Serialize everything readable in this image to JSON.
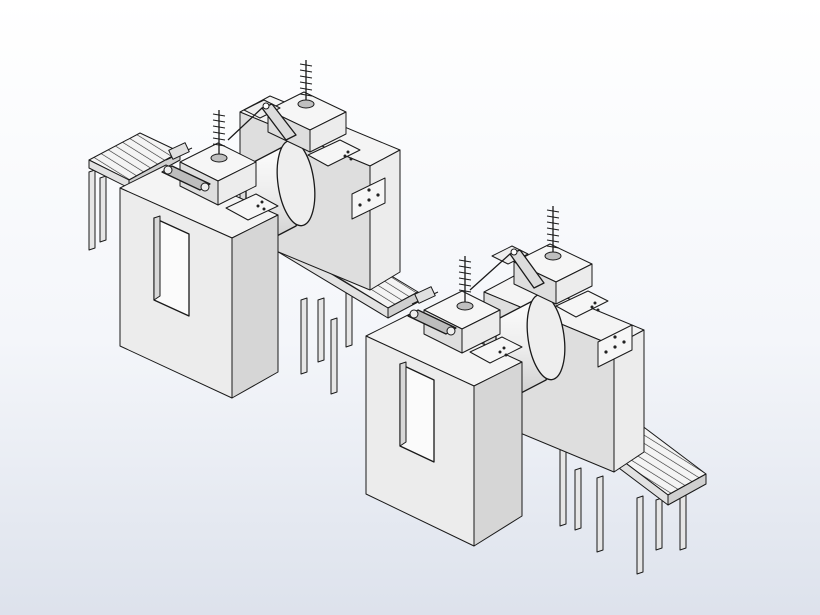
{
  "scene": {
    "view": "isometric",
    "colors": {
      "face_light": "#f2f2f2",
      "face_mid": "#dcdcdc",
      "face_dark": "#c4c4c4",
      "outline": "#1a1a1a",
      "roller": "#d0d0d0",
      "background_top": "#ffffff",
      "background_bottom": "#dde2ec"
    },
    "stations": [
      {
        "id": "station-1",
        "parts": [
          "front-housing",
          "rear-housing",
          "drum",
          "spring-assembly",
          "linkage",
          "control-panel"
        ]
      },
      {
        "id": "station-2",
        "parts": [
          "front-housing",
          "rear-housing",
          "drum",
          "spring-assembly",
          "linkage",
          "control-panel"
        ]
      }
    ],
    "conveyors": [
      "infeed-conveyor",
      "transfer-conveyor",
      "outfeed-conveyor"
    ]
  }
}
